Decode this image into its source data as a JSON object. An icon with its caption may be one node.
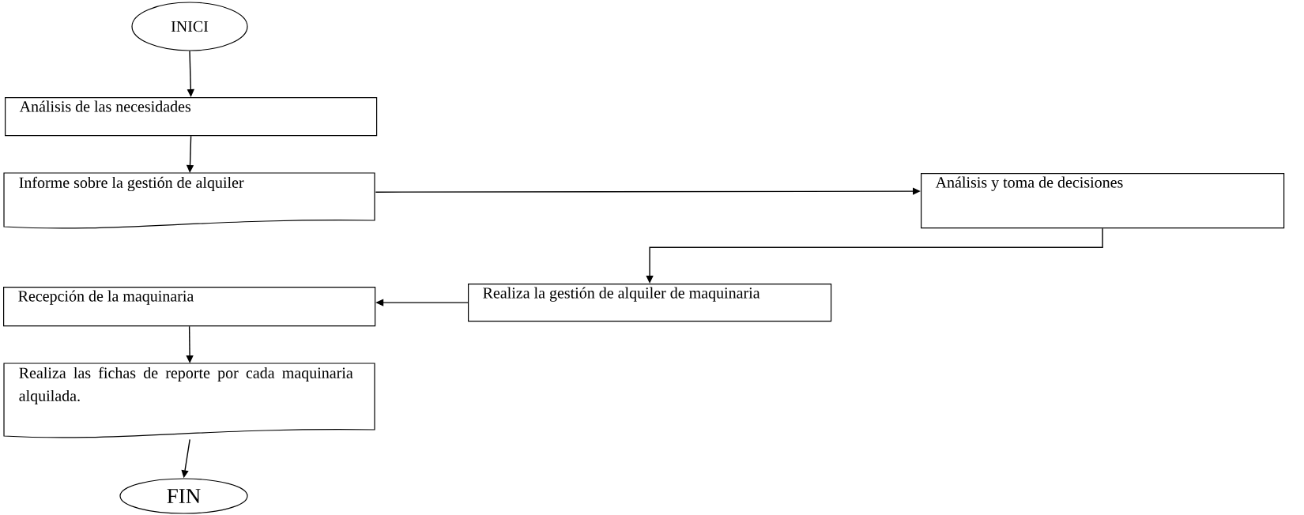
{
  "diagram": {
    "nodes": [
      {
        "text": [
          "INICI"
        ]
      },
      {
        "text": [
          "Análisis de las necesidades"
        ]
      },
      {
        "text": [
          "Informe sobre la gestión de alquiler"
        ]
      },
      {
        "text": [
          "Análisis y toma de decisiones"
        ]
      },
      {
        "text": [
          "Realiza la gestión de alquiler de maquinaria"
        ]
      },
      {
        "text": [
          "Recepción de la maquinaria"
        ]
      },
      {
        "text": [
          "Realiza las fichas de reporte por cada maquinaria alquilada."
        ]
      },
      {
        "text": [
          "FIN"
        ]
      }
    ],
    "edges": [
      {
        "from": 0,
        "to": 1,
        "arrow": "to"
      },
      {
        "from": 1,
        "to": 2,
        "arrow": "to"
      },
      {
        "from": 2,
        "to": 3,
        "arrow": "to"
      },
      {
        "from": 3,
        "to": 4,
        "arrow": "to"
      },
      {
        "from": 4,
        "to": 5,
        "arrow": "to"
      },
      {
        "from": 5,
        "to": 6,
        "arrow": "to"
      },
      {
        "from": 6,
        "to": 7,
        "arrow": "to"
      }
    ]
  }
}
